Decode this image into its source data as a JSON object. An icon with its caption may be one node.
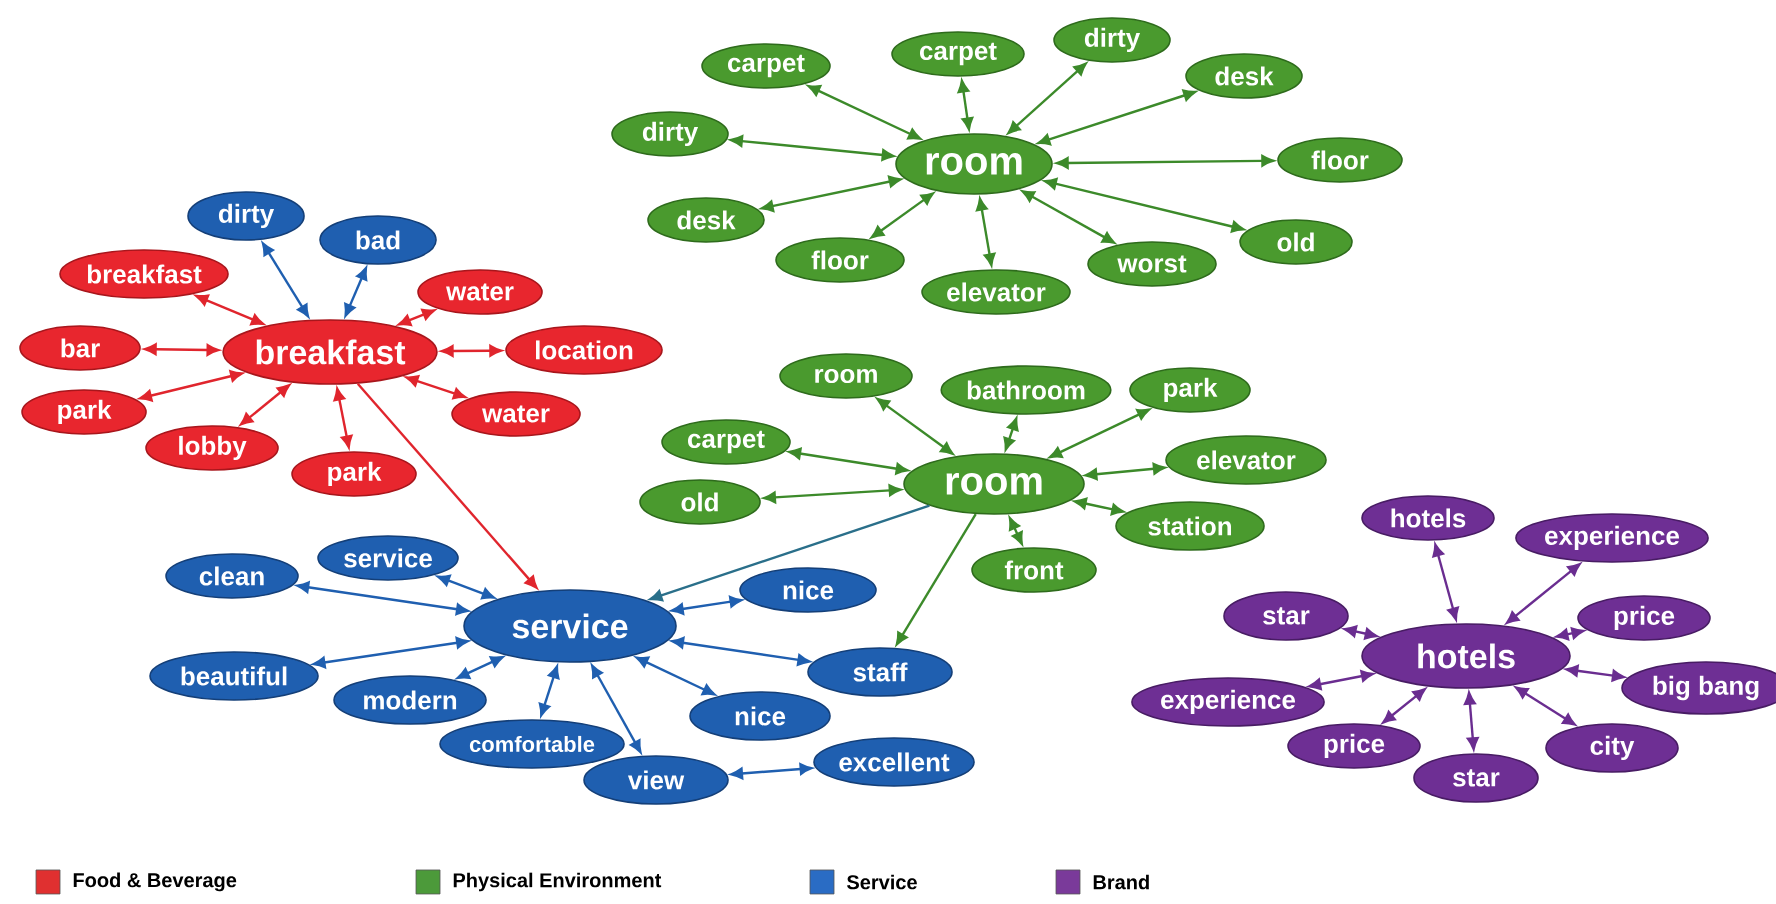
{
  "diagram": {
    "nodes": [
      {
        "text": [
          "room"
        ]
      },
      {
        "text": [
          "carpet"
        ]
      },
      {
        "text": [
          "carpet"
        ]
      },
      {
        "text": [
          "dirty"
        ]
      },
      {
        "text": [
          "desk"
        ]
      },
      {
        "text": [
          "floor"
        ]
      },
      {
        "text": [
          "old"
        ]
      },
      {
        "text": [
          "worst"
        ]
      },
      {
        "text": [
          "elevator"
        ]
      },
      {
        "text": [
          "floor"
        ]
      },
      {
        "text": [
          "desk"
        ]
      },
      {
        "text": [
          "dirty"
        ]
      },
      {
        "text": [
          "breakfast"
        ]
      },
      {
        "text": [
          "dirty"
        ]
      },
      {
        "text": [
          "bad"
        ]
      },
      {
        "text": [
          "breakfast"
        ]
      },
      {
        "text": [
          "water"
        ]
      },
      {
        "text": [
          "location"
        ]
      },
      {
        "text": [
          "water"
        ]
      },
      {
        "text": [
          "park"
        ]
      },
      {
        "text": [
          "lobby"
        ]
      },
      {
        "text": [
          "park"
        ]
      },
      {
        "text": [
          "bar"
        ]
      },
      {
        "text": [
          "room"
        ]
      },
      {
        "text": [
          "room"
        ]
      },
      {
        "text": [
          "bathroom"
        ]
      },
      {
        "text": [
          "park"
        ]
      },
      {
        "text": [
          "elevator"
        ]
      },
      {
        "text": [
          "station"
        ]
      },
      {
        "text": [
          "front"
        ]
      },
      {
        "text": [
          "old"
        ]
      },
      {
        "text": [
          "carpet"
        ]
      },
      {
        "text": [
          "service"
        ]
      },
      {
        "text": [
          "service"
        ]
      },
      {
        "text": [
          "clean"
        ]
      },
      {
        "text": [
          "beautiful"
        ]
      },
      {
        "text": [
          "modern"
        ]
      },
      {
        "text": [
          "comfortable"
        ]
      },
      {
        "text": [
          "view"
        ]
      },
      {
        "text": [
          "excellent"
        ]
      },
      {
        "text": [
          "nice"
        ]
      },
      {
        "text": [
          "staff"
        ]
      },
      {
        "text": [
          "nice"
        ]
      },
      {
        "text": [
          "hotels"
        ]
      },
      {
        "text": [
          "hotels"
        ]
      },
      {
        "text": [
          "experience"
        ]
      },
      {
        "text": [
          "price"
        ]
      },
      {
        "text": [
          "big bang"
        ]
      },
      {
        "text": [
          "city"
        ]
      },
      {
        "text": [
          "star"
        ]
      },
      {
        "text": [
          "price"
        ]
      },
      {
        "text": [
          "experience"
        ]
      },
      {
        "text": [
          "star"
        ]
      }
    ],
    "edges": [
      {
        "from": 0,
        "to": 1,
        "arrow": "both"
      },
      {
        "from": 0,
        "to": 2,
        "arrow": "both"
      },
      {
        "from": 0,
        "to": 3,
        "arrow": "both"
      },
      {
        "from": 0,
        "to": 4,
        "arrow": "both"
      },
      {
        "from": 0,
        "to": 5,
        "arrow": "both"
      },
      {
        "from": 0,
        "to": 6,
        "arrow": "both"
      },
      {
        "from": 0,
        "to": 7,
        "arrow": "both"
      },
      {
        "from": 0,
        "to": 8,
        "arrow": "both"
      },
      {
        "from": 0,
        "to": 9,
        "arrow": "both"
      },
      {
        "from": 0,
        "to": 10,
        "arrow": "both"
      },
      {
        "from": 0,
        "to": 11,
        "arrow": "both"
      },
      {
        "from": 12,
        "to": 13,
        "arrow": "both",
        "color": "#1f5fb0"
      },
      {
        "from": 12,
        "to": 14,
        "arrow": "both",
        "color": "#1f5fb0"
      },
      {
        "from": 12,
        "to": 15,
        "arrow": "both",
        "color": "#e0252d"
      },
      {
        "from": 12,
        "to": 16,
        "arrow": "both",
        "color": "#e0252d"
      },
      {
        "from": 12,
        "to": 17,
        "arrow": "both",
        "color": "#e0252d"
      },
      {
        "from": 12,
        "to": 18,
        "arrow": "both",
        "color": "#e0252d"
      },
      {
        "from": 12,
        "to": 19,
        "arrow": "both",
        "color": "#e0252d"
      },
      {
        "from": 12,
        "to": 20,
        "arrow": "both",
        "color": "#e0252d"
      },
      {
        "from": 12,
        "to": 21,
        "arrow": "both",
        "color": "#e0252d"
      },
      {
        "from": 12,
        "to": 22,
        "arrow": "both",
        "color": "#e0252d"
      },
      {
        "from": 23,
        "to": 24,
        "arrow": "both"
      },
      {
        "from": 23,
        "to": 25,
        "arrow": "both"
      },
      {
        "from": 23,
        "to": 26,
        "arrow": "both"
      },
      {
        "from": 23,
        "to": 27,
        "arrow": "both"
      },
      {
        "from": 23,
        "to": 28,
        "arrow": "both"
      },
      {
        "from": 23,
        "to": 29,
        "arrow": "both"
      },
      {
        "from": 23,
        "to": 30,
        "arrow": "both"
      },
      {
        "from": 23,
        "to": 31,
        "arrow": "both"
      },
      {
        "from": 32,
        "to": 33,
        "arrow": "both",
        "color": "#1f5fb0"
      },
      {
        "from": 32,
        "to": 34,
        "arrow": "both",
        "color": "#1f5fb0"
      },
      {
        "from": 32,
        "to": 35,
        "arrow": "both",
        "color": "#1f5fb0"
      },
      {
        "from": 32,
        "to": 36,
        "arrow": "both",
        "color": "#1f5fb0"
      },
      {
        "from": 32,
        "to": 37,
        "arrow": "both",
        "color": "#1f5fb0"
      },
      {
        "from": 32,
        "to": 38,
        "arrow": "both",
        "color": "#1f5fb0"
      },
      {
        "from": 38,
        "to": 39,
        "arrow": "both",
        "color": "#1f5fb0"
      },
      {
        "from": 32,
        "to": 40,
        "arrow": "both",
        "color": "#1f5fb0"
      },
      {
        "from": 32,
        "to": 41,
        "arrow": "both",
        "color": "#1f5fb0"
      },
      {
        "from": 32,
        "to": 42,
        "arrow": "both",
        "color": "#1f5fb0"
      },
      {
        "from": 43,
        "to": 44,
        "arrow": "both",
        "color": "#6a2d90"
      },
      {
        "from": 43,
        "to": 45,
        "arrow": "both",
        "color": "#6a2d90"
      },
      {
        "from": 43,
        "to": 46,
        "arrow": "both",
        "color": "#6a2d90"
      },
      {
        "from": 43,
        "to": 47,
        "arrow": "both",
        "color": "#6a2d90"
      },
      {
        "from": 43,
        "to": 48,
        "arrow": "both",
        "color": "#6a2d90"
      },
      {
        "from": 43,
        "to": 49,
        "arrow": "both",
        "color": "#6a2d90"
      },
      {
        "from": 43,
        "to": 50,
        "arrow": "both",
        "color": "#6a2d90"
      },
      {
        "from": 43,
        "to": 51,
        "arrow": "both",
        "color": "#6a2d90"
      },
      {
        "from": 43,
        "to": 52,
        "arrow": "both",
        "color": "#6a2d90"
      },
      {
        "from": 12,
        "to": 32,
        "arrow": "to",
        "color": "#e0252d"
      },
      {
        "from": 23,
        "to": 32,
        "arrow": "to",
        "color": "#2a6f8a"
      },
      {
        "from": 23,
        "to": 41,
        "arrow": "to"
      }
    ],
    "legend": [
      {
        "text": "Food & Beverage",
        "color": "#e03030"
      },
      {
        "text": "Physical Environment",
        "color": "#4c9a3a"
      },
      {
        "text": "Service",
        "color": "#2a6cc4"
      },
      {
        "text": "Brand",
        "color": "#7a3a9a"
      }
    ]
  }
}
